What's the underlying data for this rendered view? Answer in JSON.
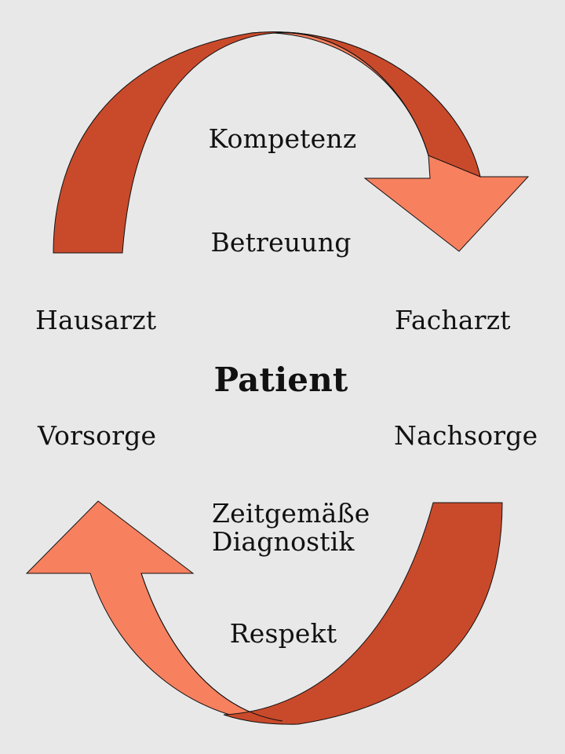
{
  "diagram": {
    "center_label": "Patient",
    "top_values": [
      "Kompetenz",
      "Betreuung"
    ],
    "left_side": [
      "Hausarzt",
      "Vorsorge"
    ],
    "right_side": [
      "Facharzt",
      "Nachsorge"
    ],
    "bottom_values": [
      "Zeitgemäße",
      "Diagnostik",
      "Respekt"
    ],
    "colors": {
      "background": "#e8e8e8",
      "arrow_light": "#f7805f",
      "arrow_dark": "#c94a2b",
      "outline": "#111111"
    }
  }
}
